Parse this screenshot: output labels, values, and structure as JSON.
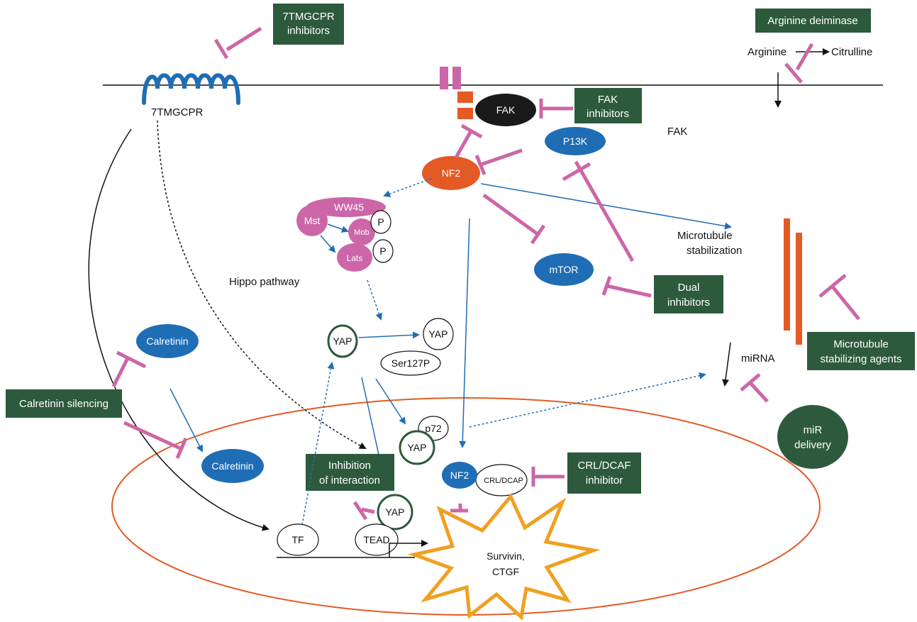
{
  "colors": {
    "green_box": "#2d5a3c",
    "blue_node": "#1f6db5",
    "pink": "#cc66a8",
    "orange": "#e45a25",
    "black_node": "#1a1a1a",
    "star": "#f0a020",
    "dark_green_ring": "#2d5a3c"
  },
  "boxes": {
    "tmgcpr_inhibitors": [
      "7TMGCPR",
      "inhibitors"
    ],
    "arginine_deiminase": "Arginine deiminase",
    "fak_inhibitors": [
      "FAK",
      "inhibitors"
    ],
    "dual_inhibitors": [
      "Dual",
      "inhibitors"
    ],
    "microtubule_agents": [
      "Microtubule",
      "stabilizing agents"
    ],
    "calretinin_silencing": "Calretinin silencing",
    "inhibition_interaction": [
      "Inhibition",
      "of interaction"
    ],
    "crl_dcaf_inhibitor": [
      "CRL/DCAF",
      "inhibitor"
    ],
    "mir_delivery": [
      "miR",
      "delivery"
    ]
  },
  "nodes": {
    "fak": "FAK",
    "p13k": "P13K",
    "nf2_top": "NF2",
    "ww45": "WW45",
    "mst": "Mst",
    "mob": "Mob",
    "lats": "Lats",
    "p1": "P",
    "p2": "P",
    "mtor": "mTOR",
    "yap_main": "YAP",
    "yap_phos": "YAP",
    "ser127p": "Ser127P",
    "p72": "p72",
    "yap_p72": "YAP",
    "yap_nuc": "YAP",
    "calretinin_top": "Calretinin",
    "calretinin_nuc": "Calretinin",
    "nf2_nuc": "NF2",
    "crl_dcap": "CRL/DCAP",
    "tf": "TF",
    "tead": "TEAD",
    "survivin": [
      "Survivin,",
      "CTGF"
    ]
  },
  "labels": {
    "receptor": "7TMGCPR",
    "arginine": "Arginine",
    "citrulline": "Citrulline",
    "fak_right": "FAK",
    "microtubule_stab": [
      "Microtubule",
      "stabilization"
    ],
    "hippo": "Hippo pathway",
    "mirna": "miRNA"
  }
}
